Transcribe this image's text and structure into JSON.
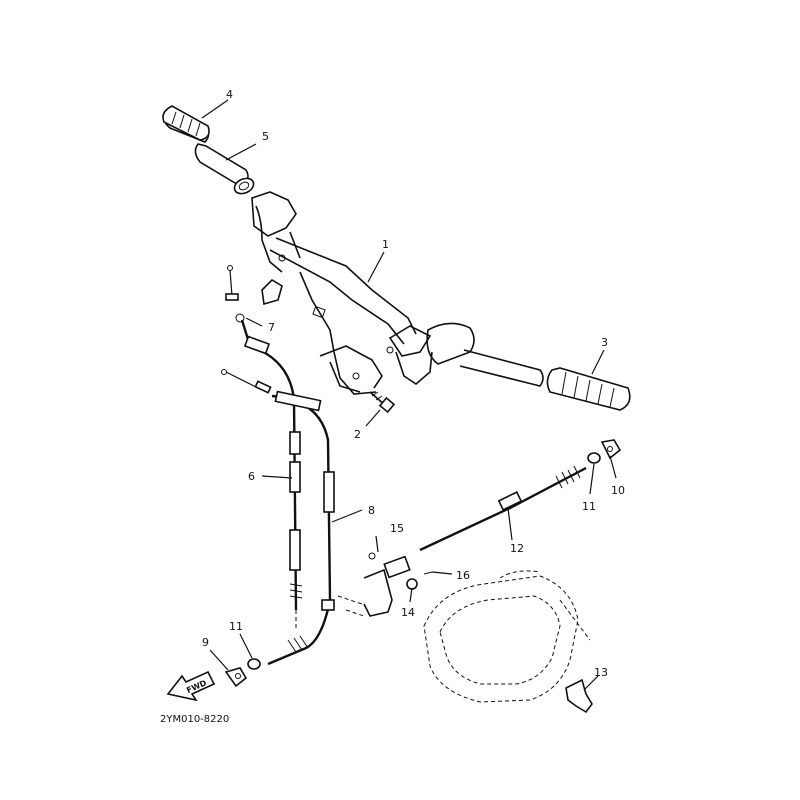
{
  "diagram": {
    "code": "2YM010-8220",
    "fwd_label": "FWD",
    "callouts": [
      {
        "id": "c1",
        "text": "1"
      },
      {
        "id": "c2",
        "text": "2"
      },
      {
        "id": "c3",
        "text": "3"
      },
      {
        "id": "c4",
        "text": "4"
      },
      {
        "id": "c5",
        "text": "5"
      },
      {
        "id": "c6",
        "text": "6"
      },
      {
        "id": "c7",
        "text": "7"
      },
      {
        "id": "c8",
        "text": "8"
      },
      {
        "id": "c9",
        "text": "9"
      },
      {
        "id": "c10",
        "text": "10"
      },
      {
        "id": "c11a",
        "text": "11"
      },
      {
        "id": "c11b",
        "text": "11"
      },
      {
        "id": "c12",
        "text": "12"
      },
      {
        "id": "c13",
        "text": "13"
      },
      {
        "id": "c14",
        "text": "14"
      },
      {
        "id": "c15",
        "text": "15"
      },
      {
        "id": "c16",
        "text": "16"
      }
    ]
  }
}
